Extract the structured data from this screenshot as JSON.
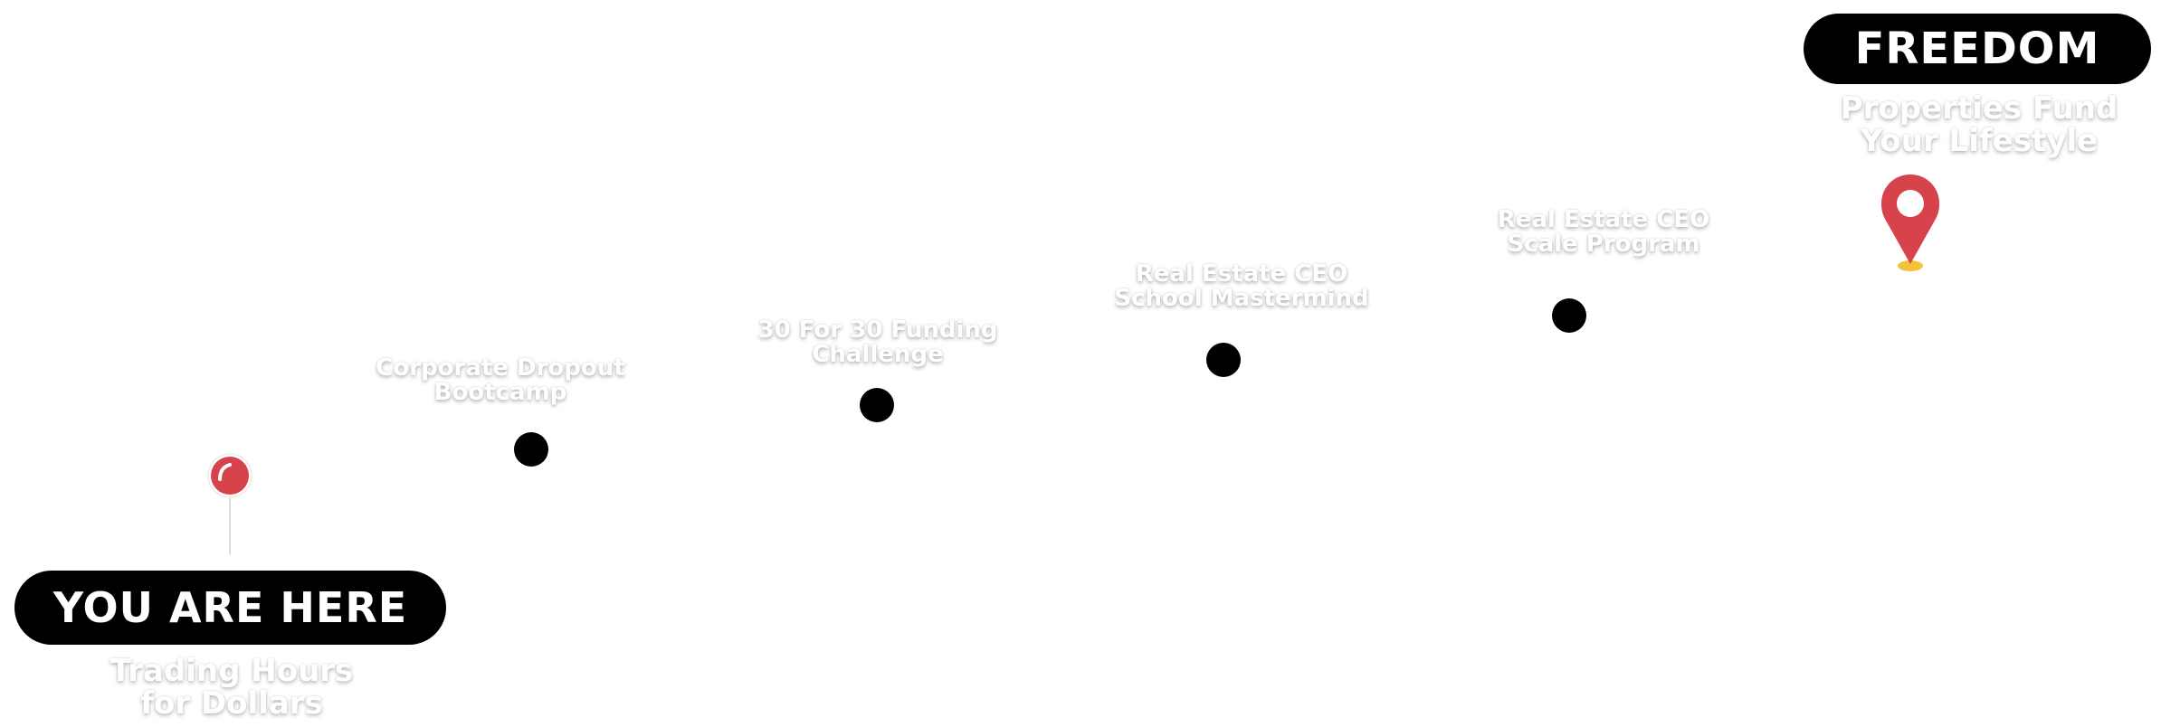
{
  "start": {
    "badge": "YOU ARE HERE",
    "subtitle_lines": [
      "Trading Hours",
      "for Dollars"
    ],
    "icon": "pushpin-icon"
  },
  "milestones": [
    {
      "lines": [
        "Corporate Dropout",
        "Bootcamp"
      ]
    },
    {
      "lines": [
        "30 For 30 Funding",
        "Challenge"
      ]
    },
    {
      "lines": [
        "Real Estate CEO",
        "School Mastermind"
      ]
    },
    {
      "lines": [
        "Real Estate CEO",
        "Scale Program"
      ]
    }
  ],
  "end": {
    "badge": "FREEDOM",
    "subtitle_lines": [
      "Properties Fund",
      "Your Lifestyle"
    ],
    "icon": "map-pin-icon"
  },
  "colors": {
    "pill_bg": "#000000",
    "pill_text": "#ffffff",
    "pin_red": "#d6434a",
    "pin_base_yellow": "#f5c33b",
    "dot": "#000000"
  }
}
